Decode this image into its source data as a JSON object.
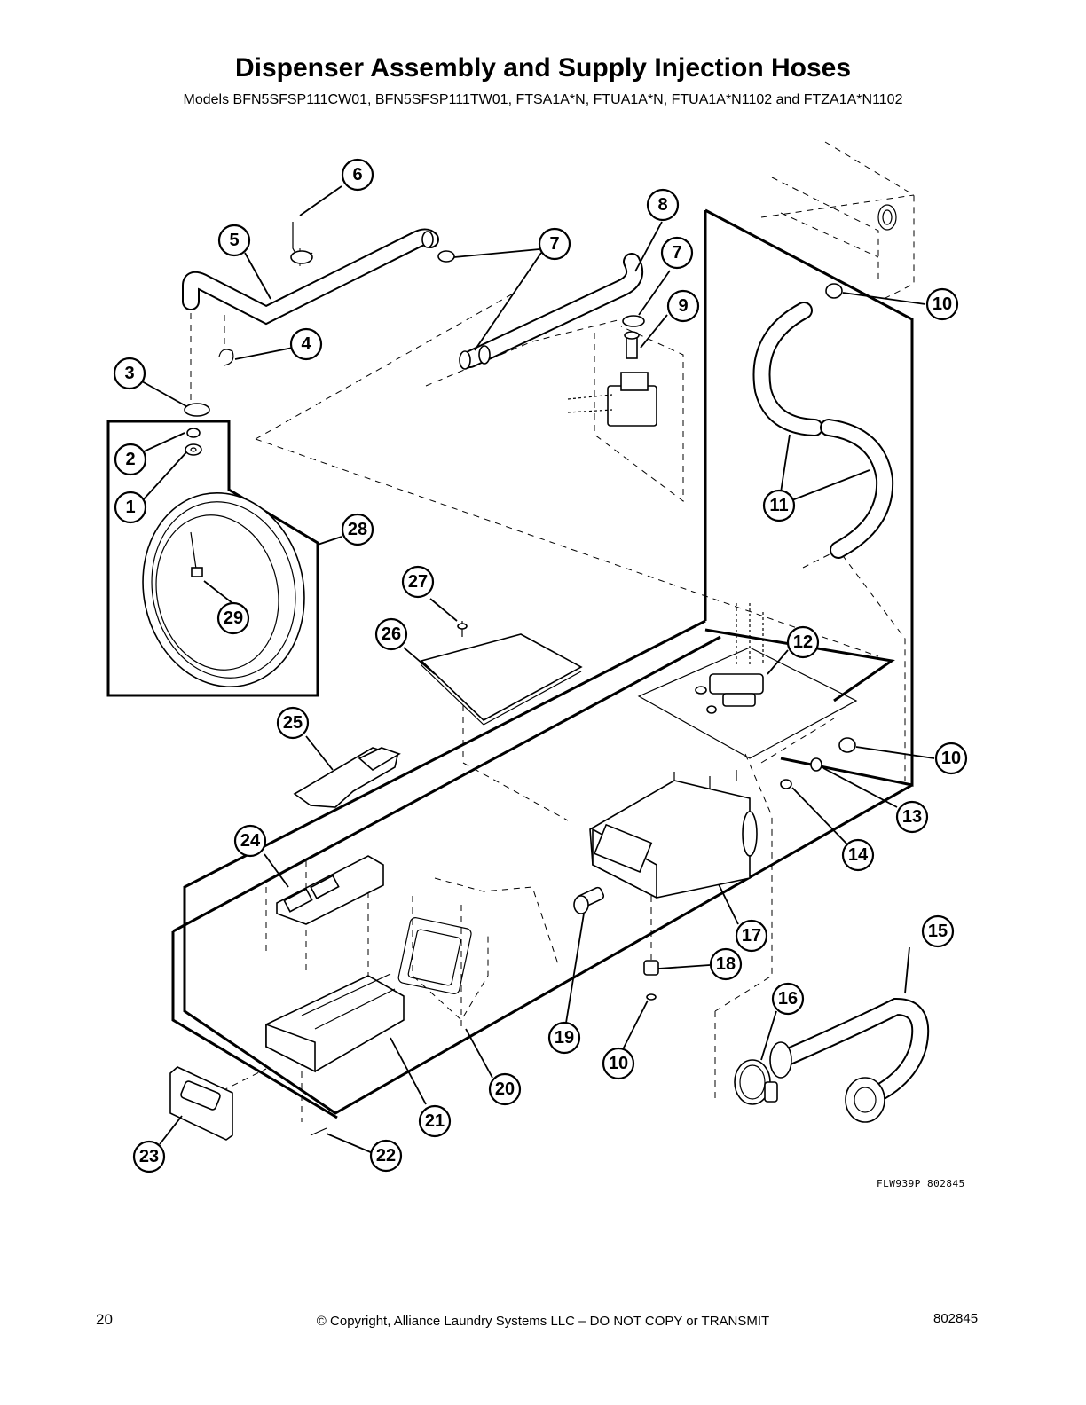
{
  "header": {
    "title": "Dispenser Assembly and Supply Injection Hoses",
    "subtitle": "Models BFN5SFSP111CW01, BFN5SFSP111TW01, FTSA1A*N, FTUA1A*N, FTUA1A*N1102 and FTZA1A*N1102"
  },
  "callouts": {
    "c1": "1",
    "c2": "2",
    "c3": "3",
    "c4": "4",
    "c5": "5",
    "c6": "6",
    "c7a": "7",
    "c7b": "7",
    "c8": "8",
    "c9": "9",
    "c10a": "10",
    "c10b": "10",
    "c10c": "10",
    "c11": "11",
    "c12": "12",
    "c13": "13",
    "c14": "14",
    "c15": "15",
    "c16": "16",
    "c17": "17",
    "c18": "18",
    "c19": "19",
    "c20": "20",
    "c21": "21",
    "c22": "22",
    "c23": "23",
    "c24": "24",
    "c25": "25",
    "c26": "26",
    "c27": "27",
    "c28": "28",
    "c29": "29"
  },
  "drawing_code": "FLW939P_802845",
  "footer": {
    "page_number": "20",
    "copyright": "© Copyright, Alliance Laundry Systems LLC – DO NOT COPY or TRANSMIT",
    "doc_number": "802845"
  }
}
